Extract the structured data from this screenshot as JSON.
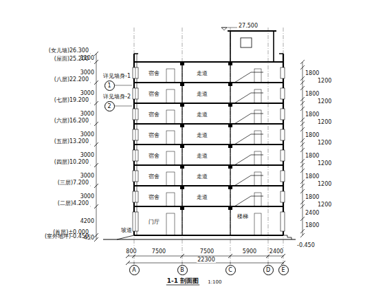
{
  "diagram": {
    "title": "1-1 剖面图",
    "caption": "1:100",
    "nodes": [
      {
        "text": [
          "A"
        ]
      },
      {
        "text": [
          "B"
        ]
      },
      {
        "text": [
          "C"
        ]
      },
      {
        "text": [
          "D"
        ]
      },
      {
        "text": [
          "E"
        ]
      },
      {
        "text": [
          "1"
        ]
      },
      {
        "text": [
          "2"
        ]
      }
    ],
    "labels": [
      "(女儿墙)26.300",
      "(屋面)25.200",
      "(八层)22.200",
      "(七层)19.200",
      "(六层)16.200",
      "(五层)13.200",
      "(四层)10.200",
      "(三层)7.200",
      "(二层)4.200",
      "(首层)±0.000",
      "(室外地坪)-0.450",
      "1100",
      "3000",
      "3000",
      "3000",
      "3000",
      "3000",
      "3000",
      "3000",
      "4200",
      "450",
      "27.500",
      "1800",
      "1200",
      "1800",
      "1200",
      "1800",
      "1200",
      "1800",
      "1200",
      "1800",
      "1200",
      "1800",
      "1200",
      "1800",
      "1200",
      "2400",
      "1800",
      "宿舍",
      "宿舍",
      "宿舍",
      "宿舍",
      "宿舍",
      "宿舍",
      "宿舍",
      "门厅",
      "走道",
      "走道",
      "走道",
      "走道",
      "走道",
      "走道",
      "走道",
      "楼梯",
      "详见墙身-1",
      "详见墙身-2",
      "800",
      "7500",
      "7500",
      "5900",
      "2400",
      "22300",
      "-0.450",
      "坡道"
    ]
  }
}
